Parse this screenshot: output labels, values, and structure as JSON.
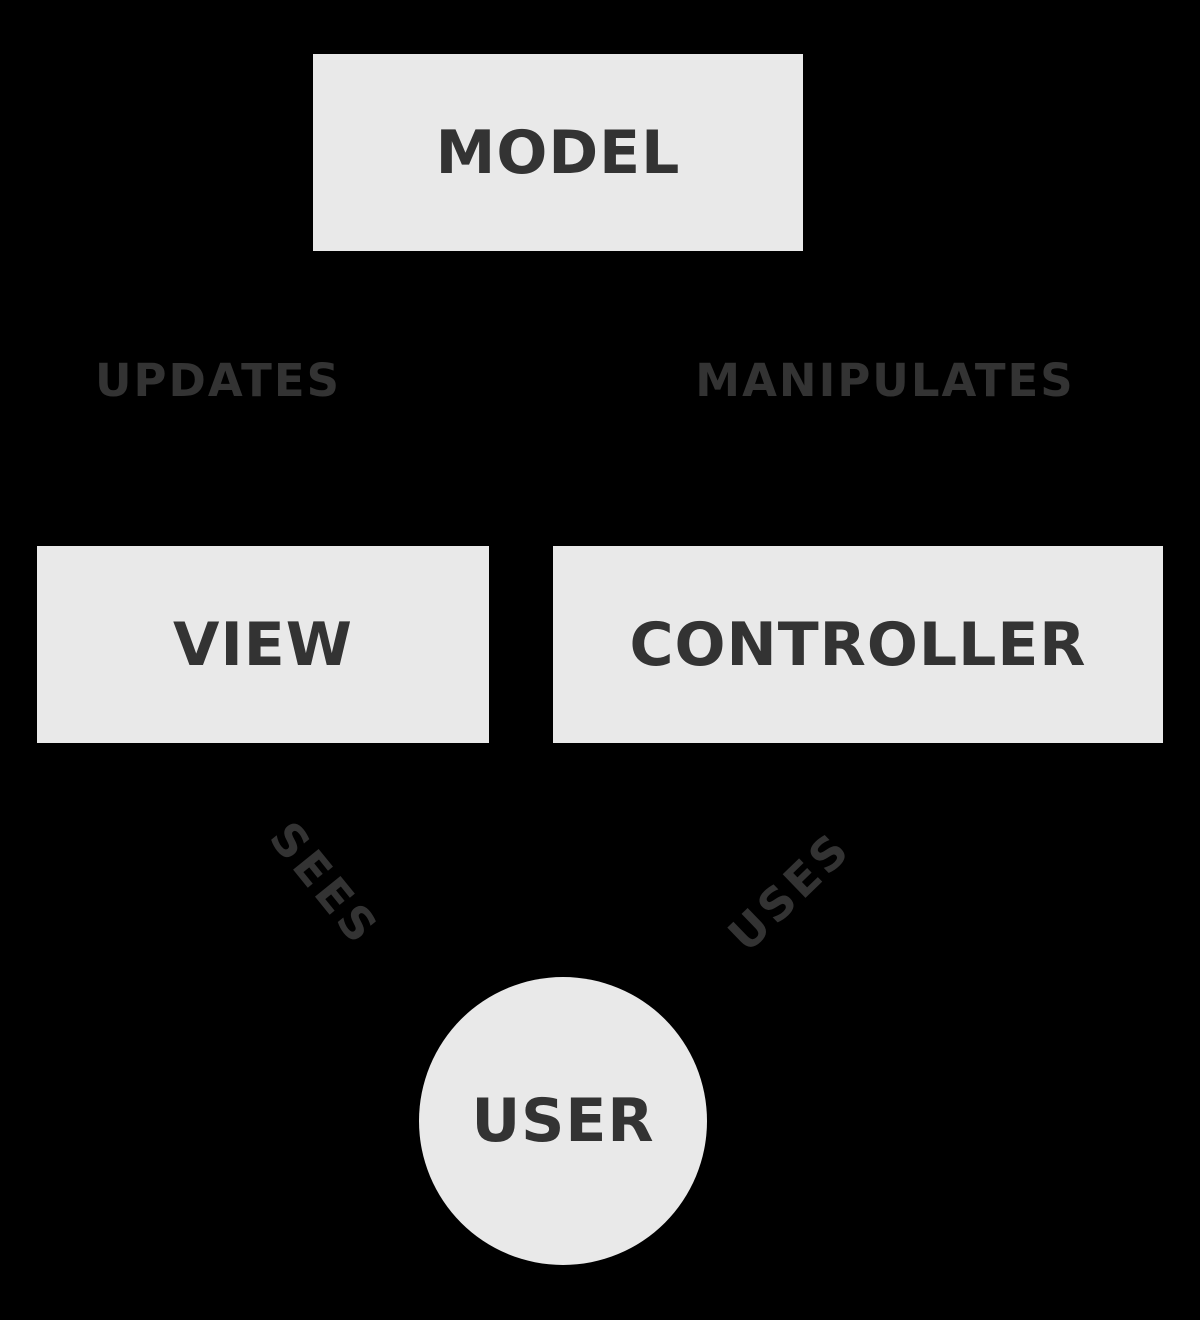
{
  "colors": {
    "background": "#000000",
    "node_fill": "#e9e9e9",
    "text": "#333333"
  },
  "nodes": {
    "model": {
      "label": "MODEL"
    },
    "view": {
      "label": "VIEW"
    },
    "controller": {
      "label": "CONTROLLER"
    },
    "user": {
      "label": "USER"
    }
  },
  "edges": {
    "updates": {
      "label": "UPDATES"
    },
    "manipulates": {
      "label": "MANIPULATES"
    },
    "sees": {
      "label": "SEES"
    },
    "uses": {
      "label": "USES"
    }
  }
}
